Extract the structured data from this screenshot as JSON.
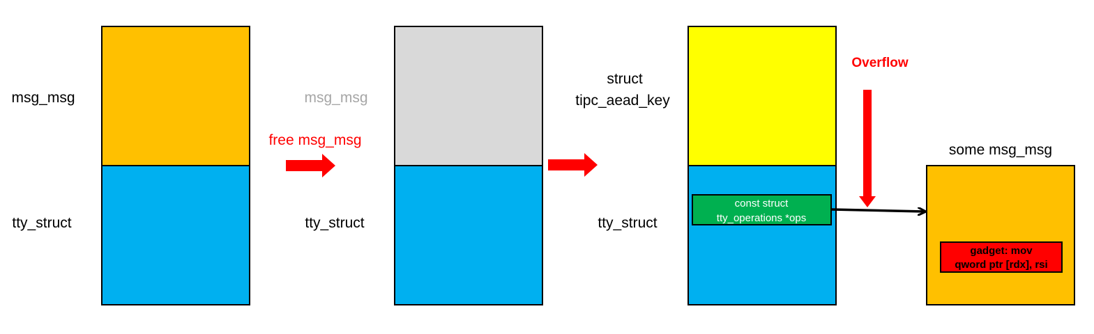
{
  "labels": {
    "panel1_top": "msg_msg",
    "panel1_bottom": "tty_struct",
    "free_action": "free msg_msg",
    "panel2_top": "msg_msg",
    "panel2_bottom": "tty_struct",
    "panel3_top_line1": "struct",
    "panel3_top_line2": "tipc_aead_key",
    "panel3_bottom": "tty_struct",
    "overflow": "Overflow",
    "ops_line1": "const struct",
    "ops_line2": "tty_operations *ops",
    "target_title": "some msg_msg",
    "gadget_line1": "gadget: mov",
    "gadget_line2": "qword ptr [rdx], rsi"
  },
  "colors": {
    "orange": "#FFC000",
    "blue": "#00B0F0",
    "gray": "#D9D9D9",
    "yellow": "#FFFF00",
    "green": "#00B050",
    "red": "#FF0000",
    "black": "#000000",
    "gray_text": "#A6A6A6"
  },
  "icons": {
    "step_arrow": "right-arrow-icon",
    "overflow_arrow": "down-arrow-icon",
    "pointer_arrow": "pointer-arrow-icon"
  }
}
